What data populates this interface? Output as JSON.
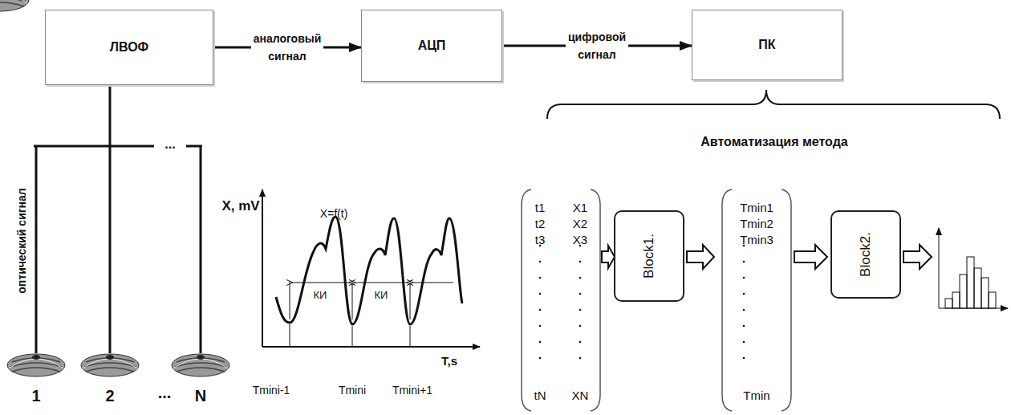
{
  "diagram": {
    "nodes": [
      {
        "text": [
          "ЛВОФ"
        ]
      },
      {
        "text": [
          "АЦП"
        ]
      },
      {
        "text": [
          "ПК"
        ]
      },
      {
        "text": [
          "Block1."
        ]
      },
      {
        "text": [
          "Block2."
        ]
      }
    ],
    "edges": [
      {
        "from": 0,
        "to": 1,
        "label": "аналоговый сигнал",
        "arrow": "to"
      },
      {
        "from": 1,
        "to": 2,
        "label": "цифровой сигнал",
        "arrow": "to"
      }
    ],
    "labels": [
      "оптический сигнал",
      "...",
      "1",
      "2",
      "...",
      "N",
      "X, mV",
      "X=f(t)",
      "КИ",
      "КИ",
      "Tmini-1",
      "Tmini",
      "Tmini+1",
      "T,s",
      "Автоматизация метода",
      "t1",
      "X1",
      "t2",
      "X2",
      "t3",
      "X3",
      "tN",
      "XN",
      "Tmin1",
      "Tmin2",
      "Tmin3",
      "Tmin"
    ]
  }
}
